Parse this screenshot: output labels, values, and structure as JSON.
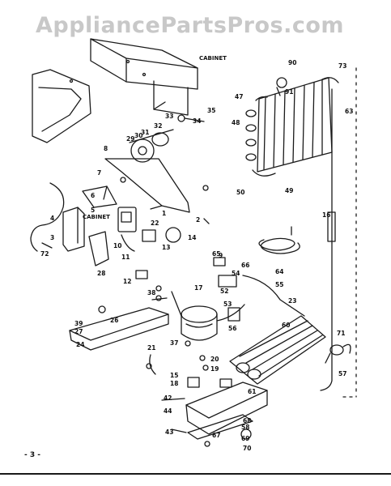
{
  "watermark": "AppliancePartsPros.com",
  "cabinet_labels": [
    "CABINET",
    "CABINET"
  ],
  "page_number": "- 3 -",
  "callouts": [
    "90",
    "73",
    "47",
    "91",
    "63",
    "48",
    "50",
    "49",
    "35",
    "34",
    "33",
    "32",
    "31",
    "30",
    "29",
    "8",
    "7",
    "6",
    "5",
    "4",
    "3",
    "72",
    "28",
    "14",
    "22",
    "12",
    "13",
    "10",
    "11",
    "1",
    "2",
    "66",
    "65",
    "17",
    "54",
    "52",
    "53",
    "64",
    "55",
    "56",
    "23",
    "37",
    "38",
    "39",
    "27",
    "26",
    "24",
    "21",
    "20",
    "19",
    "15",
    "18",
    "42",
    "44",
    "43",
    "67",
    "58",
    "69",
    "70",
    "71",
    "57",
    "60",
    "61",
    "68",
    "16",
    "9"
  ]
}
